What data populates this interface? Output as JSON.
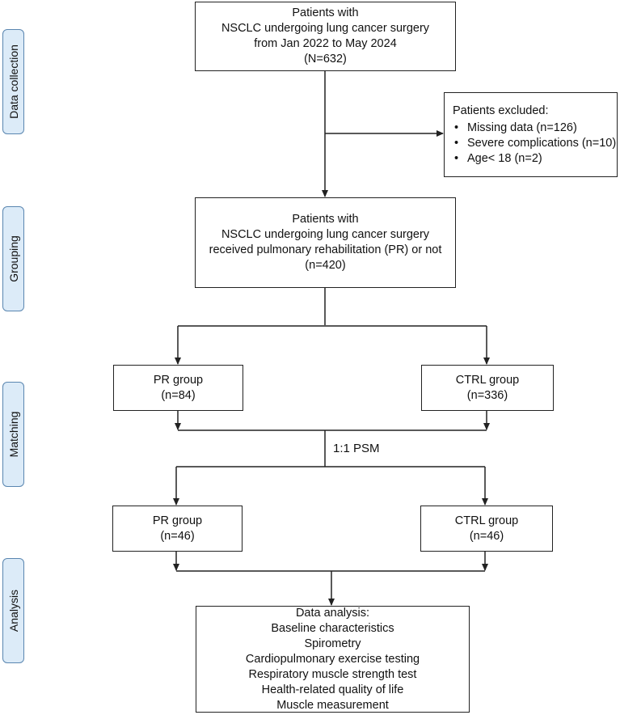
{
  "stages": [
    {
      "label": "Data collection"
    },
    {
      "label": "Grouping"
    },
    {
      "label": "Matching"
    },
    {
      "label": "Analysis"
    }
  ],
  "boxes": {
    "collection": {
      "lines": [
        "Patients with",
        "NSCLC undergoing lung cancer surgery",
        "from Jan 2022 to May 2024",
        "(N=632)"
      ]
    },
    "excluded": {
      "title": "Patients excluded:",
      "items": [
        "Missing data (n=126)",
        "Severe complications (n=10)",
        "Age< 18 (n=2)"
      ]
    },
    "grouping": {
      "lines": [
        "Patients with",
        "NSCLC undergoing lung cancer surgery",
        "received pulmonary rehabilitation (PR) or not",
        "(n=420)"
      ]
    },
    "pr_before": {
      "lines": [
        "PR group",
        "(n=84)"
      ]
    },
    "ctrl_before": {
      "lines": [
        "CTRL group",
        "(n=336)"
      ]
    },
    "pr_after": {
      "lines": [
        "PR group",
        "(n=46)"
      ]
    },
    "ctrl_after": {
      "lines": [
        "CTRL group",
        "(n=46)"
      ]
    },
    "analysis": {
      "lines": [
        "Data analysis:",
        "Baseline characteristics",
        "Spirometry",
        "Cardiopulmonary exercise testing",
        "Respiratory muscle strength test",
        "Health-related quality of life",
        "Muscle measurement"
      ]
    }
  },
  "psm_label": "1:1 PSM",
  "colors": {
    "stage_fill": "#dcebf8",
    "stage_border": "#5a86b0",
    "line": "#222222"
  }
}
